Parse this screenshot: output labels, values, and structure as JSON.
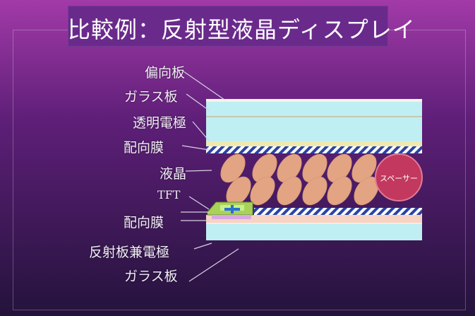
{
  "title": "比較例：反射型液晶ディスプレイ",
  "labels": {
    "polarizer": "偏向板",
    "glass_top": "ガラス板",
    "transparent_electrode": "透明電極",
    "alignment_top": "配向膜",
    "liquid_crystal": "液晶",
    "tft": "TFT",
    "alignment_bottom": "配向膜",
    "reflector_electrode": "反射板兼電極",
    "glass_bottom": "ガラス板"
  },
  "spacer_label": "スペーサー",
  "colors": {
    "glass": "#bfeef3",
    "electrode": "#efe9ae",
    "alignment": "#2a42a8",
    "lc": "#e3a483",
    "spacer": "#c2385e",
    "reflector": "#f7d3c3",
    "tft": "#a8d25a"
  }
}
